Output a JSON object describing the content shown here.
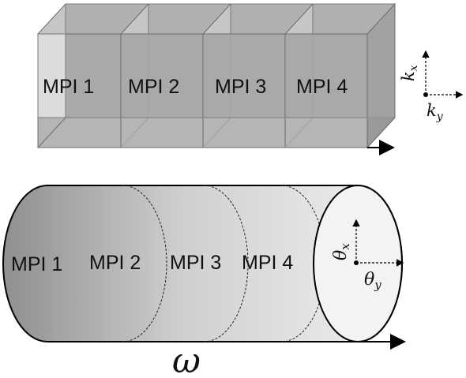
{
  "top_diagram": {
    "blocks": [
      "MPI 1",
      "MPI 2",
      "MPI 3",
      "MPI 4"
    ],
    "axis_vertical": {
      "base": "k",
      "sub": "x"
    },
    "axis_horizontal": {
      "base": "k",
      "sub": "y"
    }
  },
  "bottom_diagram": {
    "segments": [
      "MPI 1",
      "MPI 2",
      "MPI 3",
      "MPI 4"
    ],
    "axis_vertical": {
      "base": "θ",
      "sub": "x"
    },
    "axis_horizontal": {
      "base": "θ",
      "sub": "y"
    },
    "axis_label": "ω"
  },
  "colors": {
    "box_face": "#b2b2b2",
    "box_top": "#c9c9c9",
    "box_front": "#9d9d9d",
    "edge": "#6b6b6b",
    "line": "#000000"
  }
}
